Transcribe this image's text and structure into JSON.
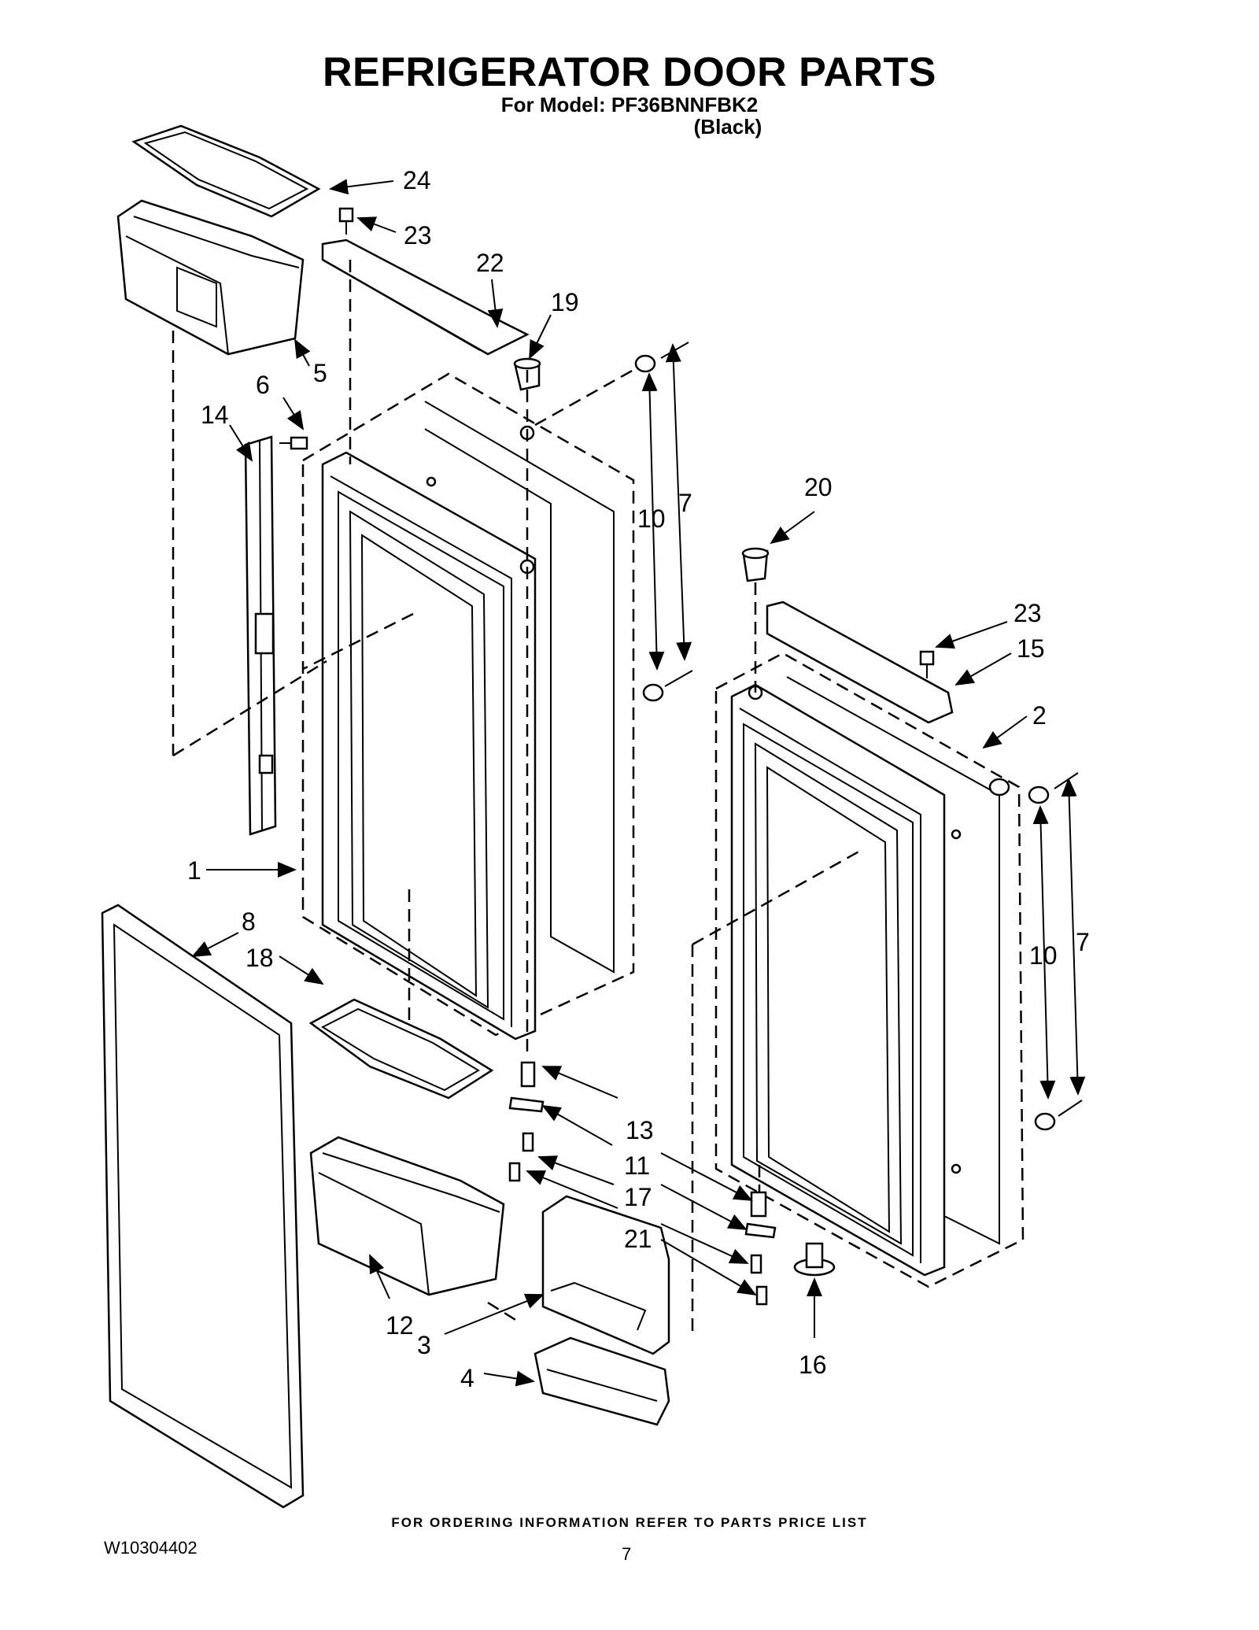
{
  "header": {
    "title": "REFRIGERATOR DOOR PARTS",
    "model_line": "For Model: PF36BNNFBK2",
    "color_line": "(Black)"
  },
  "callouts": {
    "c24": "24",
    "c23a": "23",
    "c22": "22",
    "c19": "19",
    "c5": "5",
    "c6": "6",
    "c14": "14",
    "c10a": "10",
    "c7a": "7",
    "c20": "20",
    "c23b": "23",
    "c15": "15",
    "c2": "2",
    "c1": "1",
    "c8": "8",
    "c18": "18",
    "c10b": "10",
    "c7b": "7",
    "c13": "13",
    "c11": "11",
    "c17": "17",
    "c21": "21",
    "c12": "12",
    "c3": "3",
    "c4": "4",
    "c16": "16"
  },
  "footer": {
    "ordering_note": "FOR ORDERING INFORMATION REFER TO PARTS PRICE LIST",
    "document_number": "W10304402",
    "page_number": "7"
  }
}
